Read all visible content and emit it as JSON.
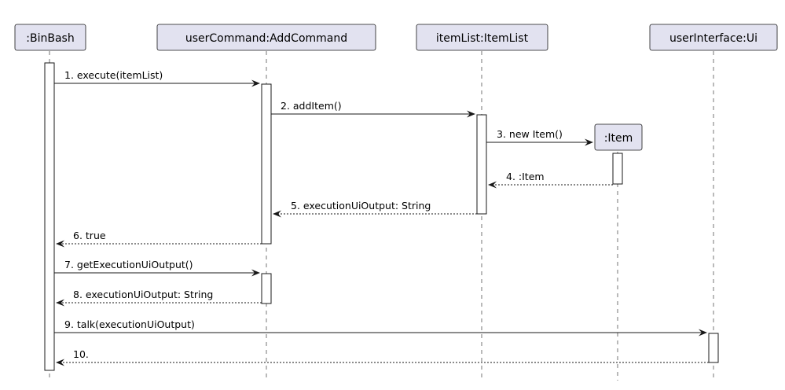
{
  "participants": [
    {
      "id": "binbash",
      "label": ":BinBash"
    },
    {
      "id": "cmd",
      "label": "userCommand:AddCommand"
    },
    {
      "id": "list",
      "label": "itemList:ItemList"
    },
    {
      "id": "ui",
      "label": "userInterface:Ui"
    }
  ],
  "created_participant": {
    "id": "item",
    "label": ":Item"
  },
  "messages": [
    {
      "label": "1. execute(itemList)",
      "from": "binbash",
      "to": "cmd",
      "kind": "call"
    },
    {
      "label": "2. addItem()",
      "from": "cmd",
      "to": "list",
      "kind": "call"
    },
    {
      "label": "3. new Item()",
      "from": "list",
      "to": "item",
      "kind": "create"
    },
    {
      "label": "4. :Item",
      "from": "item",
      "to": "list",
      "kind": "reply"
    },
    {
      "label": "5. executionUiOutput: String",
      "from": "list",
      "to": "cmd",
      "kind": "reply"
    },
    {
      "label": "6. true",
      "from": "cmd",
      "to": "binbash",
      "kind": "reply"
    },
    {
      "label": "7. getExecutionUiOutput()",
      "from": "binbash",
      "to": "cmd",
      "kind": "call"
    },
    {
      "label": "8. executionUiOutput: String",
      "from": "cmd",
      "to": "binbash",
      "kind": "reply"
    },
    {
      "label": "9. talk(executionUiOutput)",
      "from": "binbash",
      "to": "ui",
      "kind": "call"
    },
    {
      "label": "10.",
      "from": "ui",
      "to": "binbash",
      "kind": "reply"
    }
  ],
  "colors": {
    "participant_fill": "#e2e2f0",
    "line": "#181818"
  }
}
